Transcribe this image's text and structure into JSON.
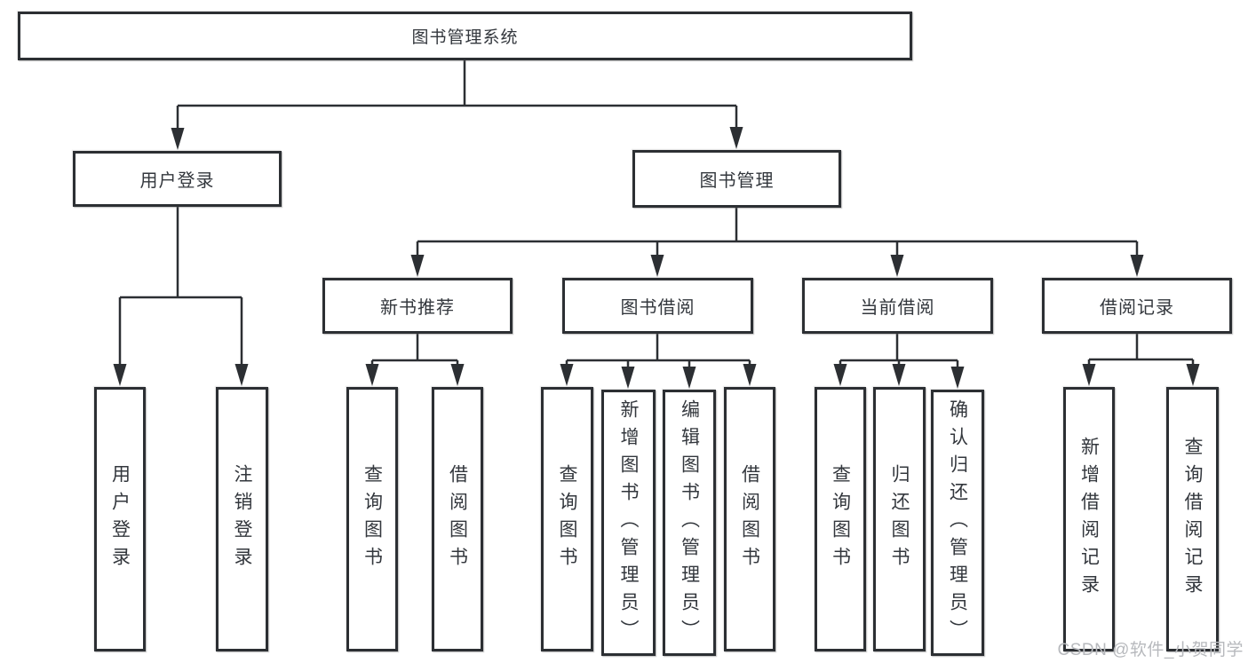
{
  "diagram": {
    "root": {
      "label": "图书管理系统"
    },
    "branches": [
      {
        "label": "用户登录",
        "children": [
          {
            "label": "用户登录"
          },
          {
            "label": "注销登录"
          }
        ]
      },
      {
        "label": "图书管理",
        "children": [
          {
            "label": "新书推荐",
            "children": [
              {
                "label": "查询图书"
              },
              {
                "label": "借阅图书"
              }
            ]
          },
          {
            "label": "图书借阅",
            "children": [
              {
                "label": "查询图书"
              },
              {
                "label": "新增图书（管理员）"
              },
              {
                "label": "编辑图书（管理员）"
              },
              {
                "label": "借阅图书"
              }
            ]
          },
          {
            "label": "当前借阅",
            "children": [
              {
                "label": "查询图书"
              },
              {
                "label": "归还图书"
              },
              {
                "label": "确认归还（管理员）"
              }
            ]
          },
          {
            "label": "借阅记录",
            "children": [
              {
                "label": "新增借阅记录"
              },
              {
                "label": "查询借阅记录"
              }
            ]
          }
        ]
      }
    ]
  },
  "colors": {
    "line": "#2c2f33",
    "text": "#33373d",
    "watermark": "#b7b9bd",
    "background": "#ffffff"
  },
  "watermark": {
    "text": "CSDN @软件_小贺同学"
  }
}
